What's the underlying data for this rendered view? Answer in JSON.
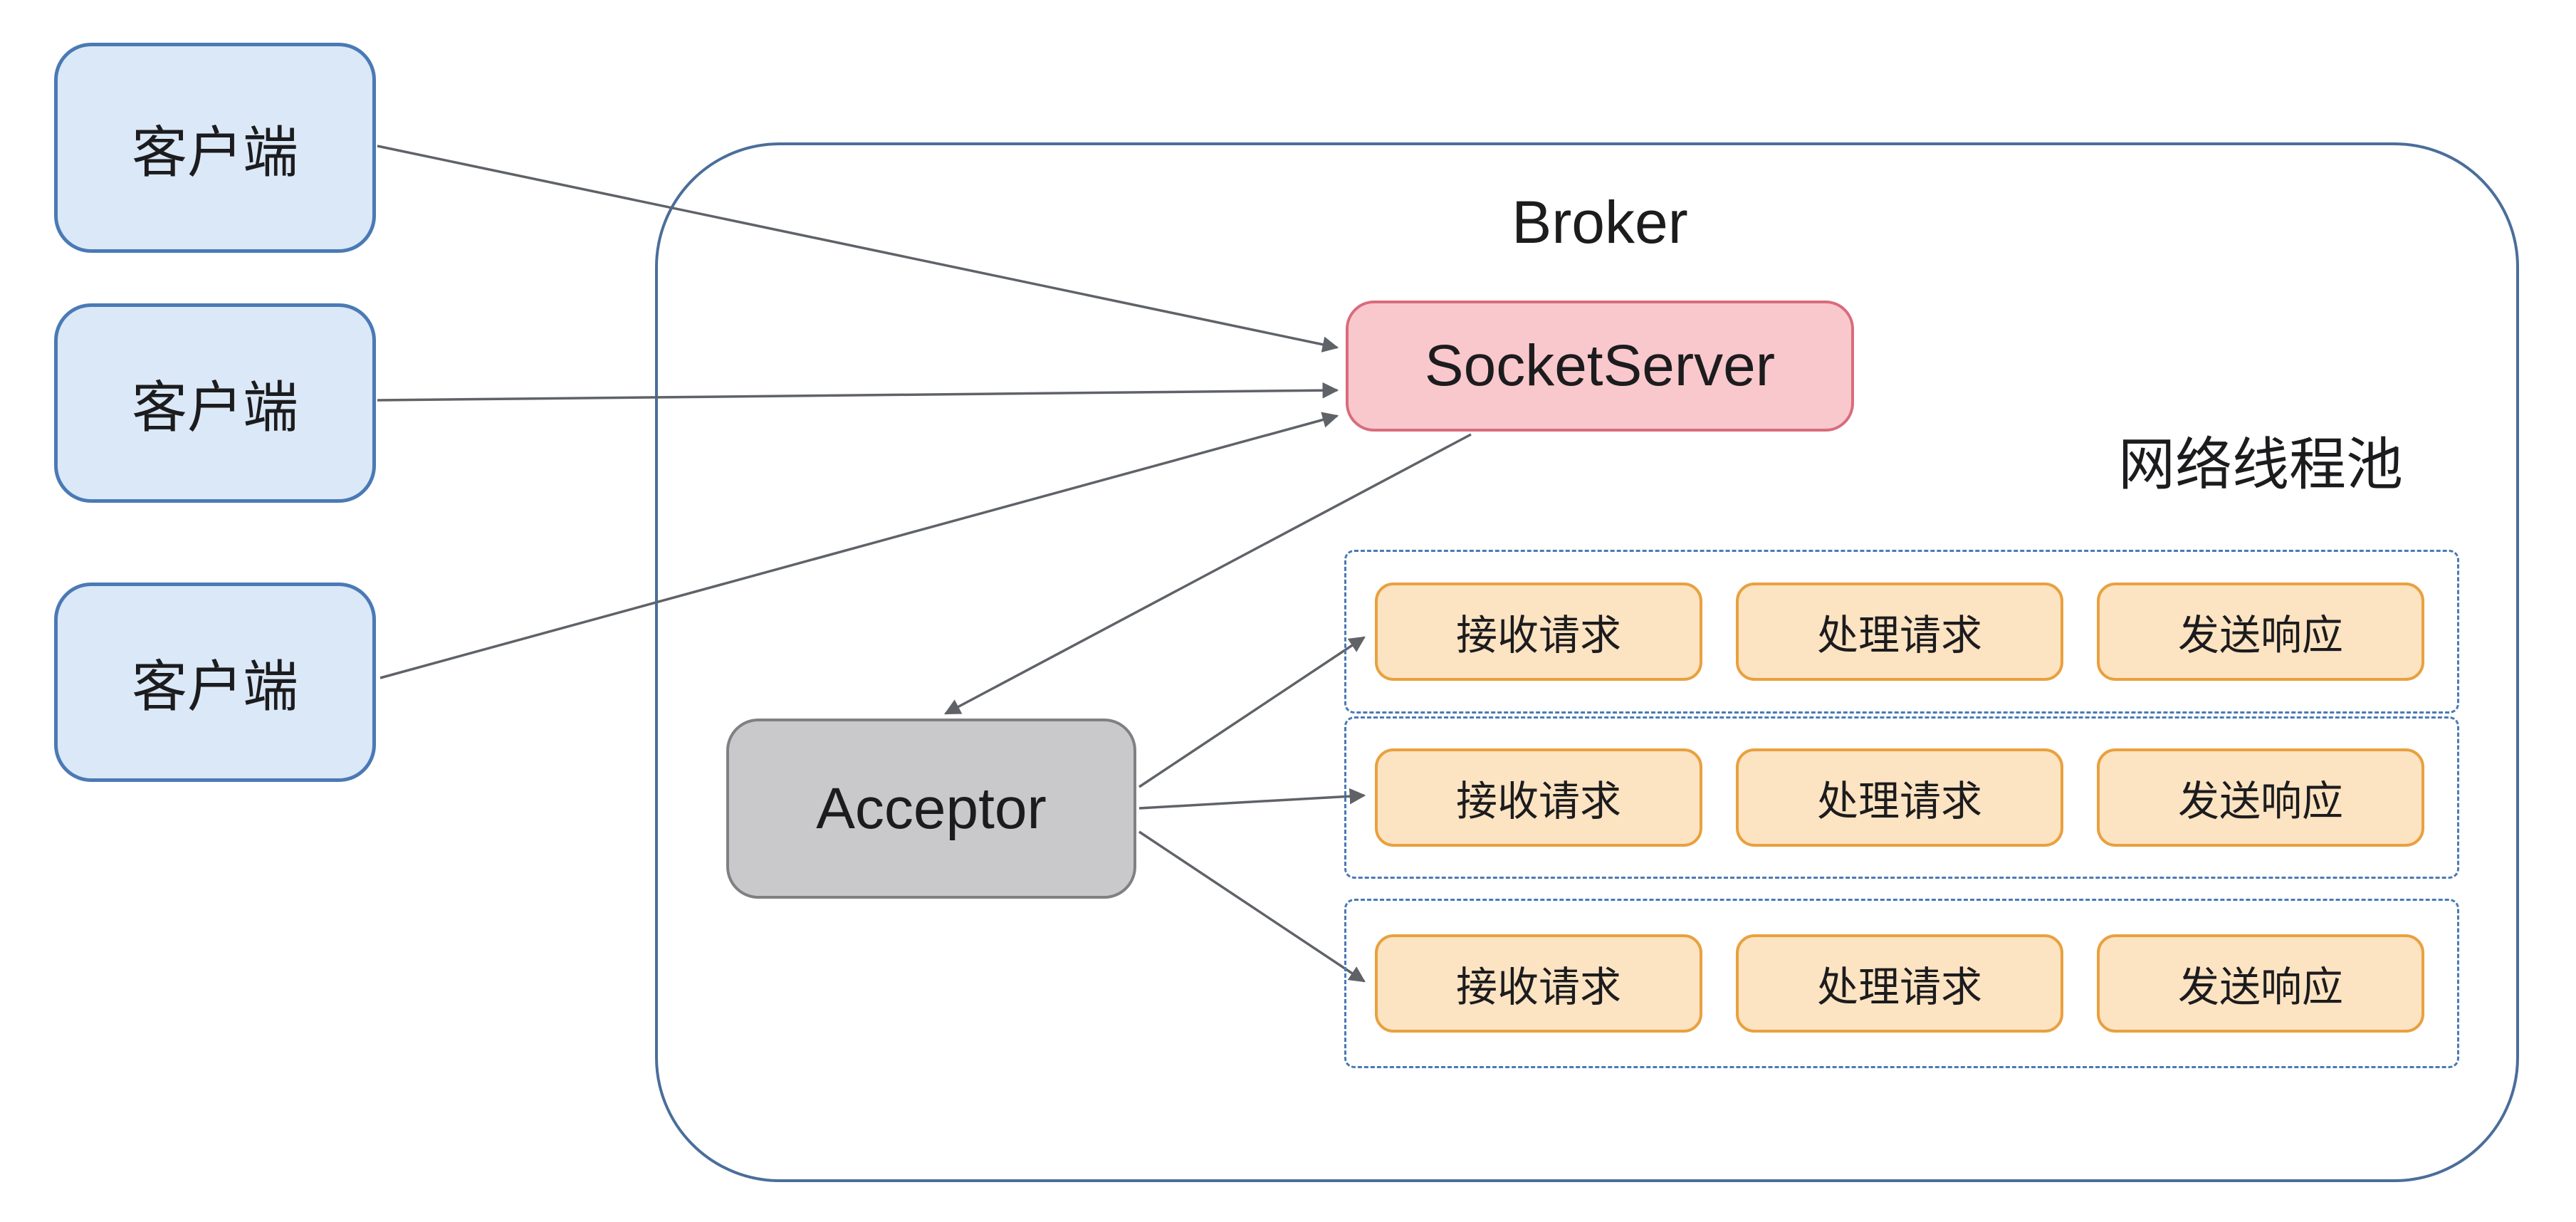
{
  "clients": [
    {
      "label": "客户端"
    },
    {
      "label": "客户端"
    },
    {
      "label": "客户端"
    }
  ],
  "broker": {
    "title": "Broker",
    "socket_server_label": "SocketServer",
    "acceptor_label": "Acceptor",
    "thread_pool_label": "网络线程池",
    "thread_rows": [
      {
        "cells": [
          {
            "label": "接收请求"
          },
          {
            "label": "处理请求"
          },
          {
            "label": "发送响应"
          }
        ]
      },
      {
        "cells": [
          {
            "label": "接收请求"
          },
          {
            "label": "处理请求"
          },
          {
            "label": "发送响应"
          }
        ]
      },
      {
        "cells": [
          {
            "label": "接收请求"
          },
          {
            "label": "处理请求"
          },
          {
            "label": "发送响应"
          }
        ]
      }
    ]
  },
  "colors": {
    "client_fill": "#dbe8f7",
    "client_border": "#4a7ab5",
    "broker_border": "#4a6e9b",
    "socket_fill": "#f9c8cc",
    "socket_border": "#d96c7c",
    "acceptor_fill": "#c9c9cb",
    "acceptor_border": "#808083",
    "cell_fill": "#fce3c2",
    "cell_border": "#e8a13f",
    "dashed_row_border": "#4a7ab5",
    "arrow": "#5f6368"
  }
}
